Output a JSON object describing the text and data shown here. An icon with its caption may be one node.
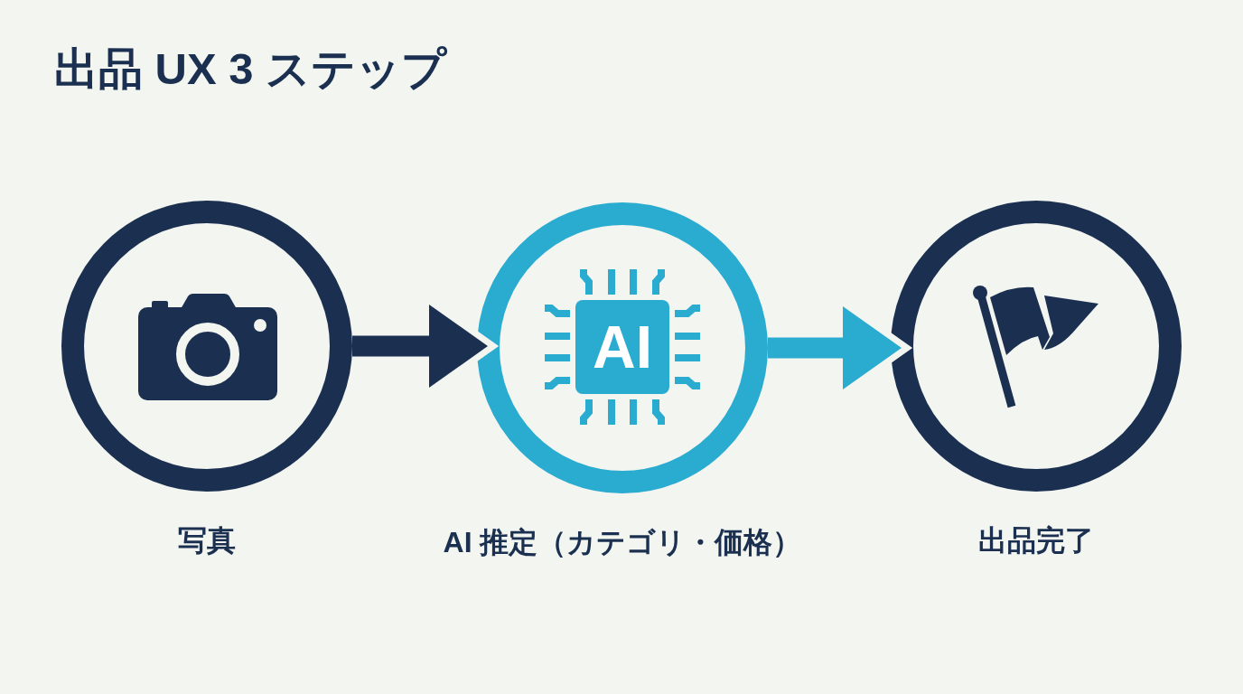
{
  "diagram": {
    "title": "出品 UX 3 ステップ",
    "nodes": [
      {
        "text": [
          "写真"
        ]
      },
      {
        "text": [
          "AI 推定（カテゴリ・価格）"
        ]
      },
      {
        "text": [
          "AI"
        ],
        "in": 1
      },
      {
        "text": [
          "出品完了"
        ]
      }
    ],
    "edges": [
      {
        "from": 0,
        "to": 1,
        "arrow": "to"
      },
      {
        "from": 1,
        "to": 3,
        "arrow": "to",
        "color": "#2aabd0"
      }
    ]
  }
}
